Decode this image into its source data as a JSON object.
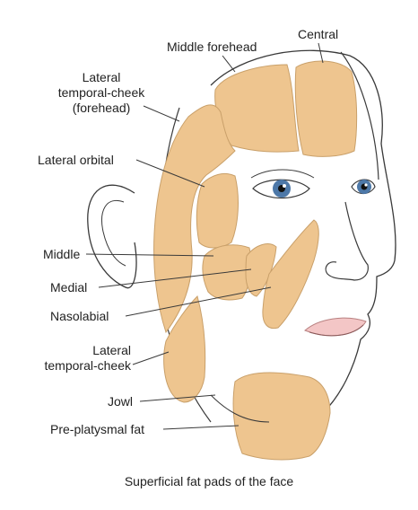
{
  "labels": {
    "central": "Central",
    "middle_forehead": "Middle forehead",
    "lateral_temporal_cheek_forehead": [
      "Lateral",
      "temporal-cheek",
      "(forehead)"
    ],
    "lateral_orbital": "Lateral orbital",
    "middle": "Middle",
    "medial": "Medial",
    "nasolabial": "Nasolabial",
    "lateral_temporal_cheek": [
      "Lateral",
      "temporal-cheek"
    ],
    "jowl": "Jowl",
    "pre_platysmal_fat": "Pre-platysmal fat"
  },
  "caption": "Superficial fat pads of the face",
  "colors": {
    "fat_pad": "#eec58f",
    "fat_pad_stroke": "#c9a06a",
    "outline": "#3a3a3a",
    "iris": "#4d78a8",
    "skin": "#ffffff",
    "lips": "#f3c6c6"
  }
}
